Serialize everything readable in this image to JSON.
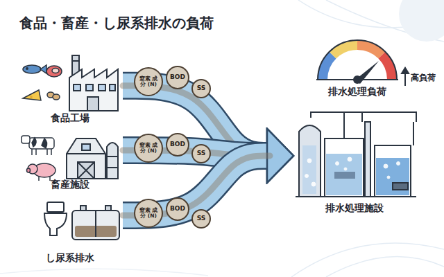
{
  "diagram": {
    "title": "食品・畜産・し尿系排水の負荷",
    "nodes": [
      {
        "text": [
          "食品工場"
        ]
      },
      {
        "text": [
          "窒素 成分 (N)"
        ]
      },
      {
        "text": [
          "BOD"
        ]
      },
      {
        "text": [
          "SS"
        ]
      },
      {
        "text": [
          "畜産施設"
        ]
      },
      {
        "text": [
          "窒素 成分 (N)"
        ]
      },
      {
        "text": [
          "BOD"
        ]
      },
      {
        "text": [
          "SS"
        ]
      },
      {
        "text": [
          "し尿系排水"
        ]
      },
      {
        "text": [
          "窒素 成分 (N)"
        ]
      },
      {
        "text": [
          "BOD"
        ]
      },
      {
        "text": [
          "SS"
        ]
      },
      {
        "text": [
          "排水処理施設"
        ]
      }
    ],
    "edges": [
      {
        "from": 0,
        "to": 12,
        "arrow": "to"
      },
      {
        "from": 4,
        "to": 12,
        "arrow": "to"
      },
      {
        "from": 8,
        "to": 12,
        "arrow": "to"
      }
    ],
    "labels": [
      "排水処理負荷",
      "高負荷"
    ]
  }
}
